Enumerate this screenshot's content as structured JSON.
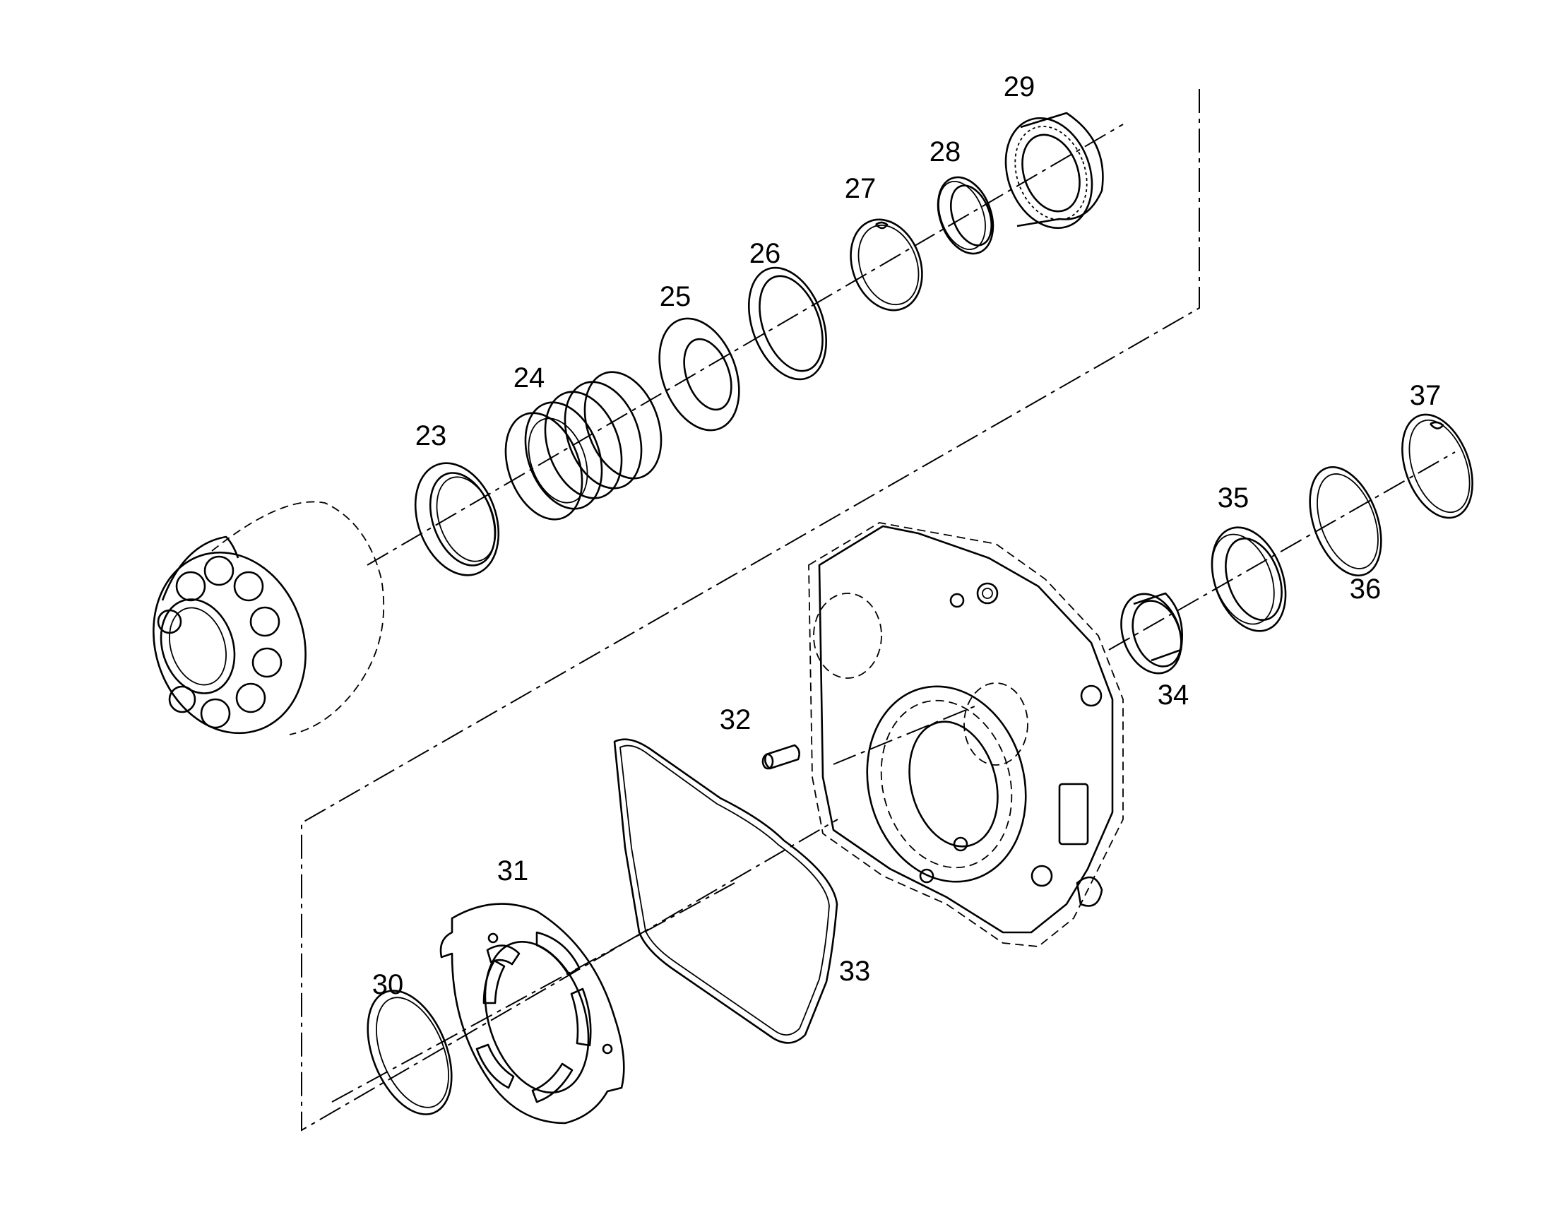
{
  "callouts": [
    {
      "id": "23",
      "text": "23"
    },
    {
      "id": "24",
      "text": "24"
    },
    {
      "id": "25",
      "text": "25"
    },
    {
      "id": "26",
      "text": "26"
    },
    {
      "id": "27",
      "text": "27"
    },
    {
      "id": "28",
      "text": "28"
    },
    {
      "id": "29",
      "text": "29"
    },
    {
      "id": "30",
      "text": "30"
    },
    {
      "id": "31",
      "text": "31"
    },
    {
      "id": "32",
      "text": "32"
    },
    {
      "id": "33",
      "text": "33"
    },
    {
      "id": "34",
      "text": "34"
    },
    {
      "id": "35",
      "text": "35"
    },
    {
      "id": "36",
      "text": "36"
    },
    {
      "id": "37",
      "text": "37"
    }
  ],
  "colors": {
    "line": "#000000",
    "background": "#ffffff"
  }
}
